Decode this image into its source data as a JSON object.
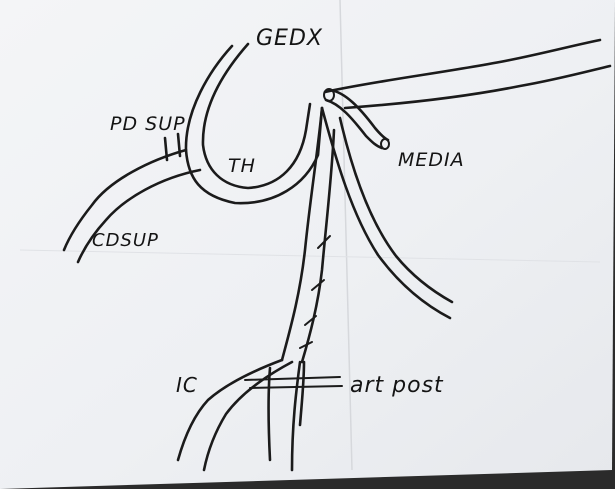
{
  "labels": {
    "gedx": "GEDX",
    "pdsup": "PD SUP",
    "th": "TH",
    "medial": "MEDIA",
    "cdsup": "CDSUP",
    "ic": "IC",
    "art_post": "art post"
  },
  "colors": {
    "paper": "#f1f2f4",
    "ink": "#1b1b1b",
    "backdrop": "#2a2a2a"
  }
}
